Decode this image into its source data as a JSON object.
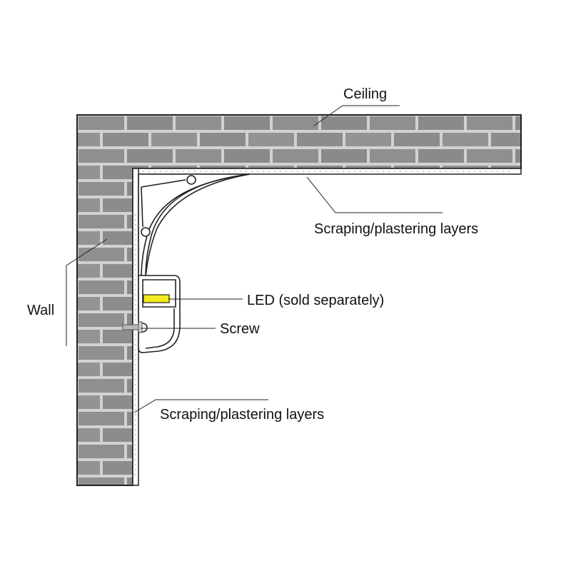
{
  "labels": {
    "ceiling": "Ceiling",
    "ceiling_layers": "Scraping/plastering layers",
    "led": "LED (sold separately)",
    "screw": "Screw",
    "wall": "Wall",
    "wall_layers": "Scraping/plastering layers"
  },
  "colors": {
    "brick": "#8f8f8f",
    "mortar": "#d2d2d2",
    "outline": "#222222",
    "led": "#f2ec1c",
    "profile": "#ffffff"
  }
}
